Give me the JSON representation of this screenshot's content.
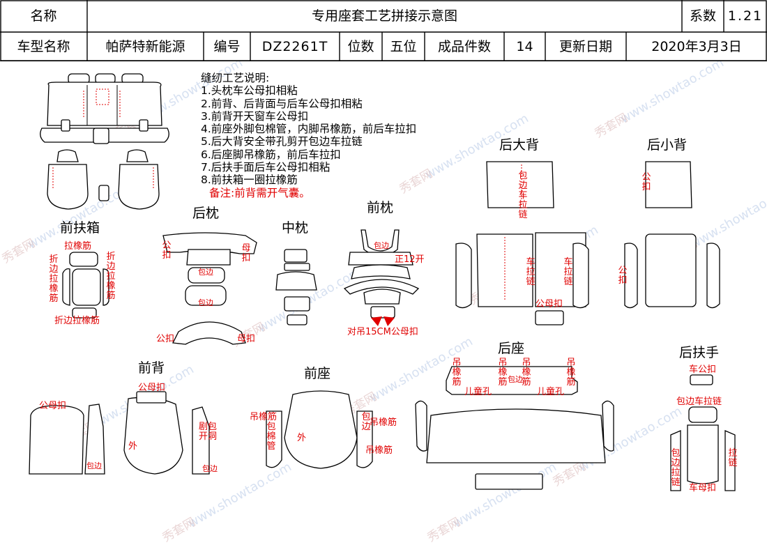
{
  "header": {
    "name_label": "名称",
    "title": "专用座套工艺拼接示意图",
    "coef_label": "系数",
    "coef_value": "1.21",
    "model_label": "车型名称",
    "model_value": "帕萨特新能源",
    "code_label": "编号",
    "code_value": "DZ2261T",
    "seats_label": "位数",
    "seats_value": "五位",
    "pieces_label": "成品件数",
    "pieces_value": "14",
    "date_label": "更新日期",
    "date_value": "2020年3月3日"
  },
  "notes": {
    "heading": "缝纫工艺说明:",
    "items": [
      "1.头枕车公母扣相粘",
      "2.前背、后背面与后车公母扣相粘",
      "3.前背开天窗车公母扣",
      "4.前座外脚包棉管，内脚吊橡筋，前后车拉扣",
      "5.后大背安全带孔剪开包边车拉链",
      "6.后座脚吊橡筋，前后车拉扣",
      "7.后扶手面后车公母扣相粘",
      "8.前扶箱一圈拉橡筋"
    ],
    "remark": "备注:前背需开气囊。"
  },
  "sections": {
    "front_console": "前扶箱",
    "rear_headrest": "后枕",
    "mid_headrest": "中枕",
    "front_headrest": "前枕",
    "rear_big_back": "后大背",
    "rear_small_back": "后小背",
    "front_back": "前背",
    "front_seat": "前座",
    "rear_seat": "后座",
    "rear_armrest": "后扶手"
  },
  "labels": {
    "la_xiangjin": "拉橡筋",
    "zhe_bian_la_xiang_jin": "折边拉橡筋",
    "zhe_bian_la_xiang_jin_bottom": "折边拉橡筋",
    "gong": "公",
    "kou": "扣",
    "mu": "母",
    "bao_bian": "包边",
    "gong_kou": "公扣",
    "mu_kou": "母扣",
    "bao": "包",
    "zheng_2_kai": "正12开",
    "dui_diao": "对吊15CM公母扣",
    "bao_bian_che_la_lian": "包边车拉链",
    "che_la_lian": "车拉链",
    "mu_kou_jia": "公母扣",
    "gong_mu_kou": "公母扣",
    "mu_kou_fb": "母扣",
    "gong_mu_kou_fb": "公母扣",
    "wai": "外",
    "bao_bian_fb": "包边",
    "ju_bao_kai_dong": "剧包开洞",
    "bao_bian_fb2": "包边",
    "diao_xiang_jin": "吊橡筋",
    "bao_mian_guan": "包棉管",
    "wai_fs": "外",
    "bao_bian_fs": "包边",
    "diao_xiang_jin_fs": "吊橡筋",
    "diao_xiang_jin_fs2": "吊橡筋",
    "diao_xiang_jin_rs": "吊橡筋",
    "er_tong_kong": "儿童孔",
    "er_tong_kong2": "儿童孔",
    "bao_bian_rs": "包边",
    "che_gong_kou": "车公扣",
    "bao_bian_che_la_lian_ra": "包边车拉链",
    "bian_la_lian": "包边拉链",
    "che_mu_kou": "车母扣",
    "la_lian": "拉链"
  },
  "watermark": {
    "url": "www.showtao.com",
    "cn": "秀套网"
  }
}
